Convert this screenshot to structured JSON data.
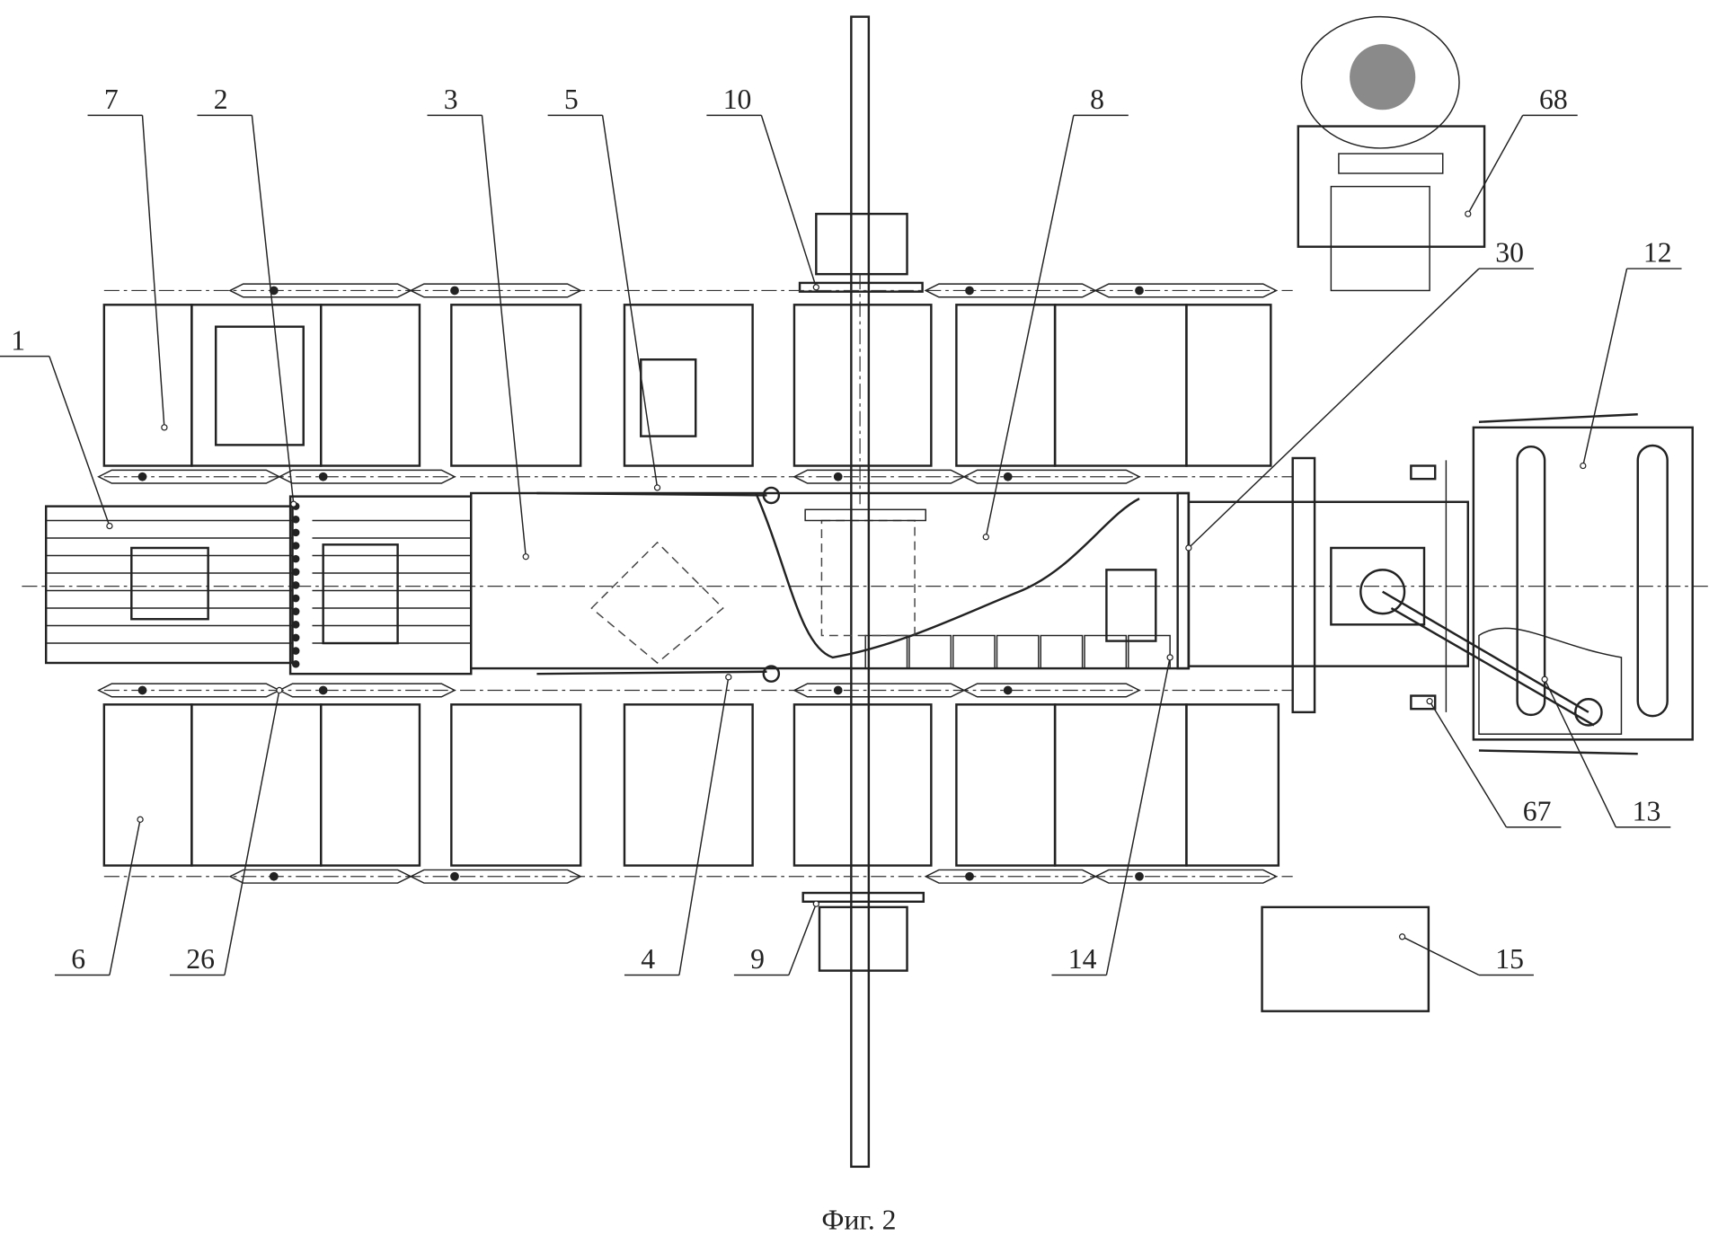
{
  "figure": {
    "caption": "Фиг. 2",
    "labels": [
      "7",
      "2",
      "3",
      "5",
      "10",
      "8",
      "68",
      "30",
      "12",
      "1",
      "6",
      "26",
      "4",
      "9",
      "14",
      "15",
      "67",
      "13"
    ]
  },
  "colors": {
    "ink": "#222222",
    "background": "#ffffff",
    "person": "#8a8a8a"
  }
}
